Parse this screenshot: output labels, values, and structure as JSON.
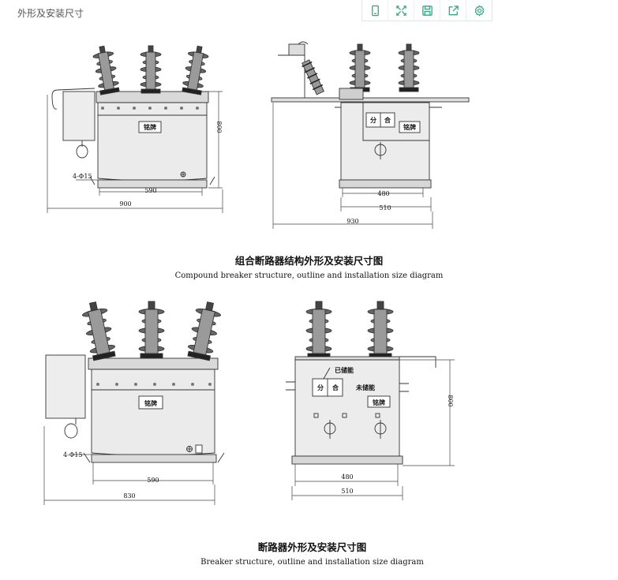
{
  "page": {
    "heading": "外形及安装尺寸"
  },
  "toolbar": {
    "accent": "#2eaa7c",
    "icons": [
      "mobile-icon",
      "fullscreen-icon",
      "save-icon",
      "share-icon",
      "settings-icon"
    ]
  },
  "figure1": {
    "caption_zh": "组合断路器结构外形及安装尺寸图",
    "caption_en": "Compound breaker structure, outline and installation size diagram",
    "front": {
      "nameplate": "铭牌",
      "height": "800",
      "hole": "4-Φ15",
      "mount_width": "590",
      "overall_width": "900"
    },
    "side": {
      "open": "分",
      "close": "合",
      "nameplate": "铭牌",
      "base_inner": "480",
      "base_outer": "510",
      "overall_width": "930"
    }
  },
  "figure2": {
    "caption_zh": "断路器外形及安装尺寸图",
    "caption_en": "Breaker structure, outline and installation size diagram",
    "front": {
      "nameplate": "铭牌",
      "hole": "4-Φ15",
      "mount_width": "590",
      "overall_width": "830"
    },
    "side": {
      "charged": "已储能",
      "uncharged": "未储能",
      "open": "分",
      "close": "合",
      "nameplate": "铭牌",
      "height": "800",
      "base_inner": "480",
      "base_outer": "510"
    }
  }
}
